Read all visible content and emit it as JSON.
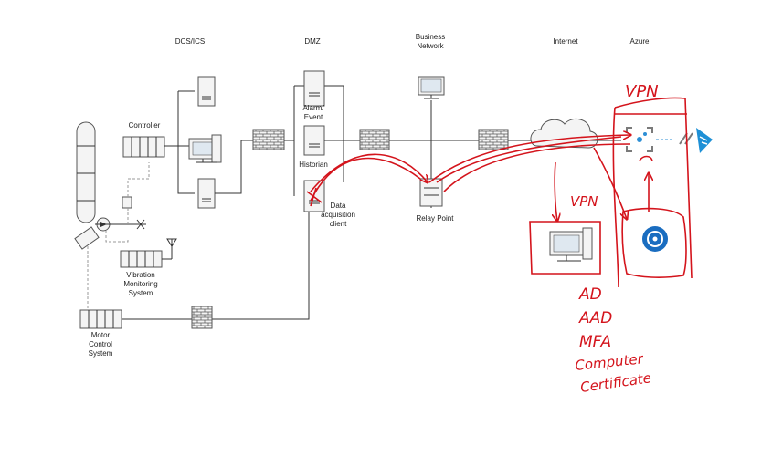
{
  "zones": {
    "dcs": "DCS/ICS",
    "dmz": "DMZ",
    "business": "Business Network",
    "business_line1": "Business",
    "business_line2": "Network",
    "internet": "Internet",
    "azure": "Azure"
  },
  "labels": {
    "controller": "Controller",
    "alarm1": "Alarm/",
    "alarm2": "Event",
    "historian": "Historian",
    "dac1": "Data",
    "dac2": "acquisition",
    "dac3": "client",
    "relay": "Relay Point",
    "vib1": "Vibration",
    "vib2": "Monitoring",
    "vib3": "System",
    "motor1": "Motor",
    "motor2": "Control",
    "motor3": "System"
  },
  "annotations": {
    "vpn_azure": "VPN",
    "vpn_link": "VPN",
    "list": [
      "AD",
      "AAD",
      "MFA",
      "Computer",
      "Certificate"
    ],
    "color": "#d4141c"
  },
  "icons": [
    "tank-icon",
    "pump-icon",
    "motor-icon",
    "antenna-icon",
    "server-icon",
    "workstation-icon",
    "firewall-icon",
    "cloud-icon",
    "gateway-icon",
    "sync-icon",
    "azure-service-icon",
    "relay-icon"
  ]
}
